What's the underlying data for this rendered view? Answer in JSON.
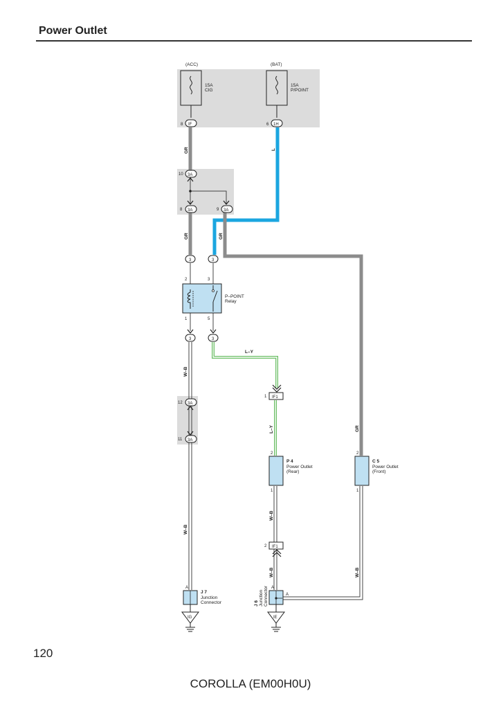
{
  "page": {
    "title": "Power Outlet",
    "page_number": "120",
    "footer": "COROLLA (EM00H0U)"
  },
  "diagram": {
    "fuses": {
      "acc": {
        "source": "(ACC)",
        "rating": "15A",
        "name": "CIG",
        "pin": "8",
        "connector": "IF"
      },
      "bat": {
        "source": "(BAT)",
        "rating": "15A",
        "name": "P/POINT",
        "pin": "6",
        "connector": "1H"
      }
    },
    "wires": {
      "gr": "GR",
      "l": "L",
      "ly": "L–Y",
      "wb": "W–B"
    },
    "junction_3a": {
      "connector": "3A",
      "pin_top": "10",
      "pin_left": "8",
      "pin_right": "9"
    },
    "relay": {
      "name_line1": "P–POINT",
      "name_line2": "Relay",
      "connector": "3",
      "pin_in_left": "2",
      "pin_in_right": "3",
      "pin_out_left": "1",
      "pin_out_right": "5"
    },
    "junction_3a_lower": {
      "connector": "3A",
      "pin_top": "12",
      "pin_bottom": "11"
    },
    "if1": {
      "connector": "IF1",
      "pin_top": "1",
      "pin_bottom": "2"
    },
    "outlet_rear": {
      "code": "P 4",
      "line1": "Power Outlet",
      "line2": "(Rear)",
      "pin_top": "2",
      "pin_bottom": "1"
    },
    "outlet_front": {
      "code": "C 5",
      "line1": "Power Outlet",
      "line2": "(Front)",
      "pin_top": "2",
      "pin_bottom": "1"
    },
    "j7": {
      "code": "J 7",
      "line1": "Junction",
      "line2": "Connector",
      "pin": "A",
      "ground": "IG"
    },
    "j6": {
      "code": "J 6",
      "line1": "Junction",
      "line2": "Connector",
      "pin_left": "A",
      "pin_right": "A",
      "ground": "IE"
    },
    "colors": {
      "wire_gray": "#8c8c8c",
      "wire_blue": "#1ba6e0",
      "wire_green": "#6dbf67",
      "component_fill": "#bfe0f2",
      "shade": "#dcdcdc"
    }
  }
}
